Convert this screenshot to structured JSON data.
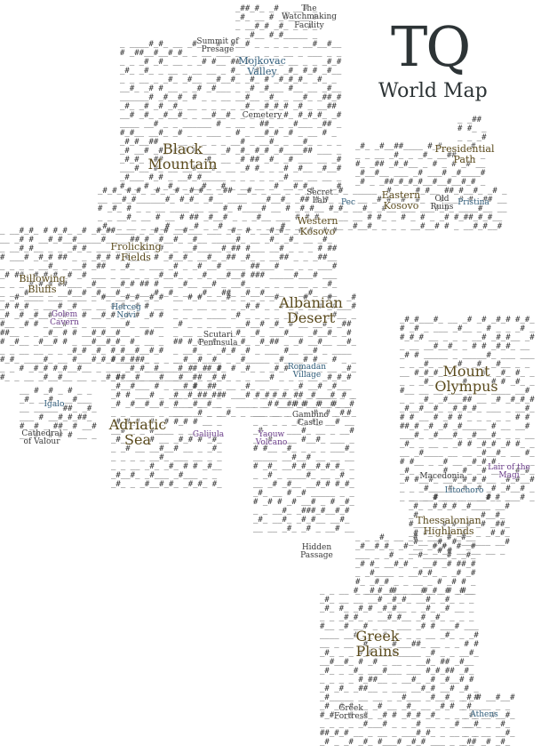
{
  "title": {
    "main": "TQ",
    "subtitle": "World Map"
  },
  "colors": {
    "tiles": "#333333",
    "label_gold": "#5a4a1c",
    "label_blue": "#2f5c7a",
    "label_purple": "#6b3d8a"
  },
  "tile_glyphs": [
    "_",
    "__",
    "_#_",
    "#",
    "_ _",
    "_#"
  ],
  "regions": [
    {
      "id": "watchmaking",
      "label": "The Watchmaking Facility",
      "style": "small dark"
    },
    {
      "id": "summit",
      "label": "Summit of Presage",
      "style": "small dark"
    },
    {
      "id": "mojkovac",
      "label": "Mojkovac Valley",
      "style": "med blue"
    },
    {
      "id": "cemetery",
      "label": "Cemetery",
      "style": "small dark"
    },
    {
      "id": "black-mountain",
      "label": "Black Mountain",
      "style": "big"
    },
    {
      "id": "presidential",
      "label": "Presidential Path",
      "style": "med"
    },
    {
      "id": "secret-lab",
      "label": "Secret Lab",
      "style": "small dark"
    },
    {
      "id": "pec",
      "label": "Pec",
      "style": "small blue"
    },
    {
      "id": "eastern-kosovo",
      "label": "Eastern Kosovo",
      "style": "med"
    },
    {
      "id": "old-ruins",
      "label": "Old Ruins",
      "style": "small dark"
    },
    {
      "id": "pristina",
      "label": "Pristina",
      "style": "small blue"
    },
    {
      "id": "western-kosovo",
      "label": "Western Kosovo",
      "style": "med"
    },
    {
      "id": "frolicking",
      "label": "Frolicking Fields",
      "style": "med"
    },
    {
      "id": "billowing",
      "label": "Billowing Bluffs",
      "style": "med"
    },
    {
      "id": "golem",
      "label": "Golem Cavern",
      "style": "small purple"
    },
    {
      "id": "herceg",
      "label": "Herceg Novi",
      "style": "small blue"
    },
    {
      "id": "scutari",
      "label": "Scutari Peninsula",
      "style": "small dark"
    },
    {
      "id": "albanian",
      "label": "Albanian Desert",
      "style": "big"
    },
    {
      "id": "romadan",
      "label": "Romadan Village",
      "style": "small blue"
    },
    {
      "id": "igalo",
      "label": "Igalo",
      "style": "small blue"
    },
    {
      "id": "adriatic",
      "label": "Adriatic Sea",
      "style": "big"
    },
    {
      "id": "gambino",
      "label": "Gambino Castle",
      "style": "small dark"
    },
    {
      "id": "cathedral",
      "label": "Cathedral of Valour",
      "style": "small dark"
    },
    {
      "id": "galijula",
      "label": "Galijula",
      "style": "small purple"
    },
    {
      "id": "yaouw",
      "label": "Yaouw Volcano",
      "style": "small purple"
    },
    {
      "id": "olympus",
      "label": "Mount Olympus",
      "style": "big"
    },
    {
      "id": "lair",
      "label": "Lair of the Magi",
      "style": "small purple"
    },
    {
      "id": "macedonia",
      "label": "Macedonia",
      "style": "small dark"
    },
    {
      "id": "litochoro",
      "label": "Litochoro",
      "style": "small blue"
    },
    {
      "id": "thessalonian",
      "label": "Thessalonian Highlands",
      "style": "med"
    },
    {
      "id": "hidden",
      "label": "Hidden Passage",
      "style": "small dark"
    },
    {
      "id": "greek-plains",
      "label": "Greek Plains",
      "style": "big"
    },
    {
      "id": "greek-fortress",
      "label": "Greek Fortress",
      "style": "small dark"
    },
    {
      "id": "athens",
      "label": "Athens",
      "style": "small blue"
    }
  ]
}
